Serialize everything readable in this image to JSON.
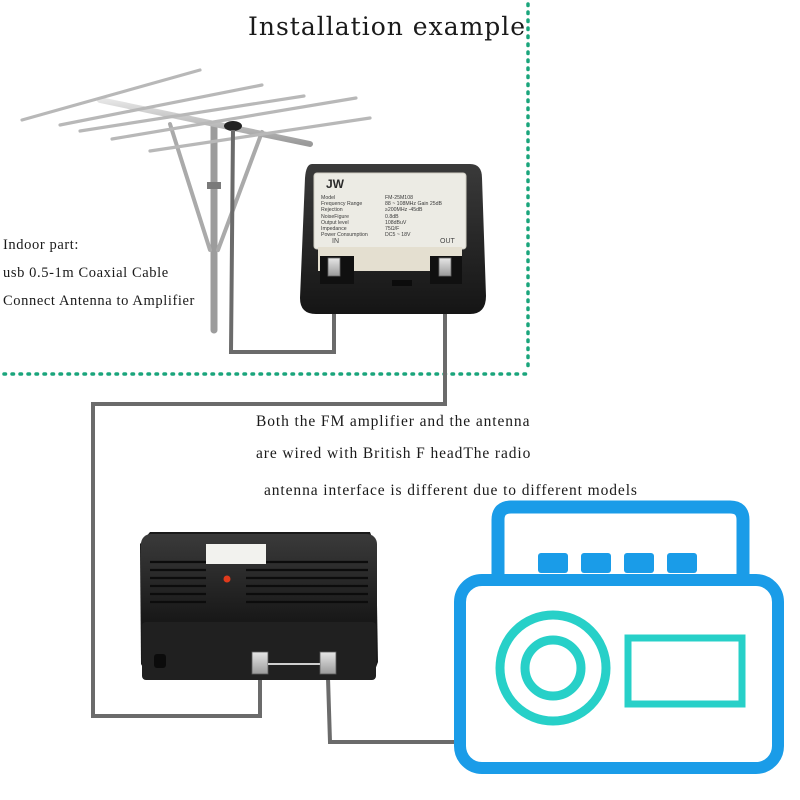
{
  "title": "Installation example",
  "indoor_note": {
    "lines": [
      "Indoor part:",
      "usb 0.5-1m Coaxial Cable",
      "Connect Antenna to Amplifier"
    ]
  },
  "wiring_note": {
    "lines": [
      "Both the FM amplifier and the antenna",
      "are wired with British F headThe radio",
      "antenna interface is different due  to different models"
    ]
  },
  "outdoor_amplifier": {
    "label": {
      "brand": "JW",
      "rows": [
        [
          "Model",
          "FM-25M108"
        ],
        [
          "Frequency Range",
          "88 ~ 108MHz    Gain 25dB"
        ],
        [
          "Rejection",
          "≥200MHz  -45dB"
        ],
        [
          "NoiseFigure",
          "0.8dB"
        ],
        [
          "Output level",
          "108dBuV"
        ],
        [
          "Impedance",
          "75Ω/F"
        ],
        [
          "Power Consumption",
          "DC5 ~ 18V"
        ]
      ],
      "port_in": "IN",
      "port_out": "OUT"
    }
  },
  "colors": {
    "boundary": "#1aa57c",
    "cable": "#6b6b6b",
    "radio": "#1a9ce8",
    "radio_accent": "#27d0c8",
    "device_body": "#262626",
    "led": "#e03a1c",
    "label_plate": "#ecebe4"
  }
}
